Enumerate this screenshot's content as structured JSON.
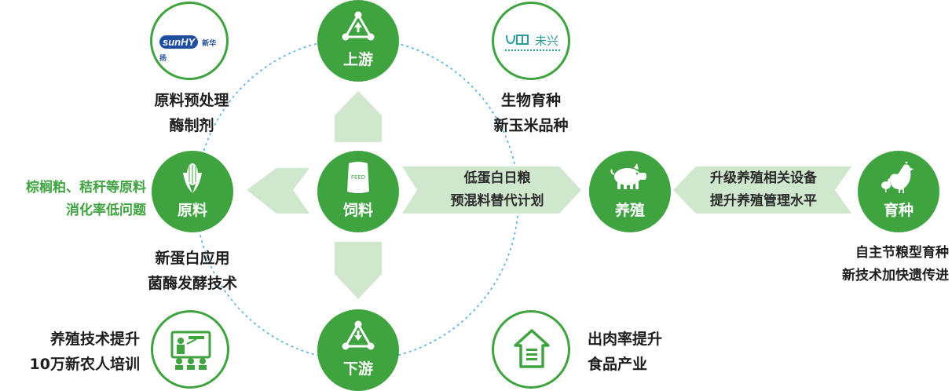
{
  "colors": {
    "primary_green": "#3fa33f",
    "light_green": "#cfe7cc",
    "dashed_circle": "#4fb0e0",
    "text_dark": "#1e1e1e"
  },
  "nodes": {
    "upstream": "上游",
    "feed": "饲料",
    "downstream": "下游",
    "raw": "原料",
    "farming": "养殖",
    "breeding": "育种",
    "feed_bag_text": "FEED"
  },
  "logos": {
    "sunhy_brand": "sunHY",
    "sunhy_cn": "新华扬",
    "weilai_text": "未兴"
  },
  "notes": {
    "pretreat": [
      "原料预处理",
      "酶制剂"
    ],
    "bio": [
      "生物育种",
      "新玉米品种"
    ],
    "raw_left": [
      "棕榈粕、秸秆等原料",
      "消化率低问题"
    ],
    "protein": [
      "新蛋白应用",
      "菌酶发酵技术"
    ],
    "feed_arrow": [
      "低蛋白日粮",
      "预混料替代计划"
    ],
    "farm_arrow": [
      "升级养殖相关设备",
      "提升养殖管理水平"
    ],
    "breed": [
      "自主节粮型育种",
      "新技术加快遗传进"
    ],
    "training": [
      "养殖技术提升",
      "10万新农人培训"
    ],
    "meat": [
      "出肉率提升",
      "食品产业"
    ]
  },
  "icons": [
    "upstream-network-icon",
    "downstream-network-icon",
    "feed-bag-icon",
    "corn-icon",
    "pig-icon",
    "chicken-icon",
    "training-icon",
    "house-icon"
  ]
}
